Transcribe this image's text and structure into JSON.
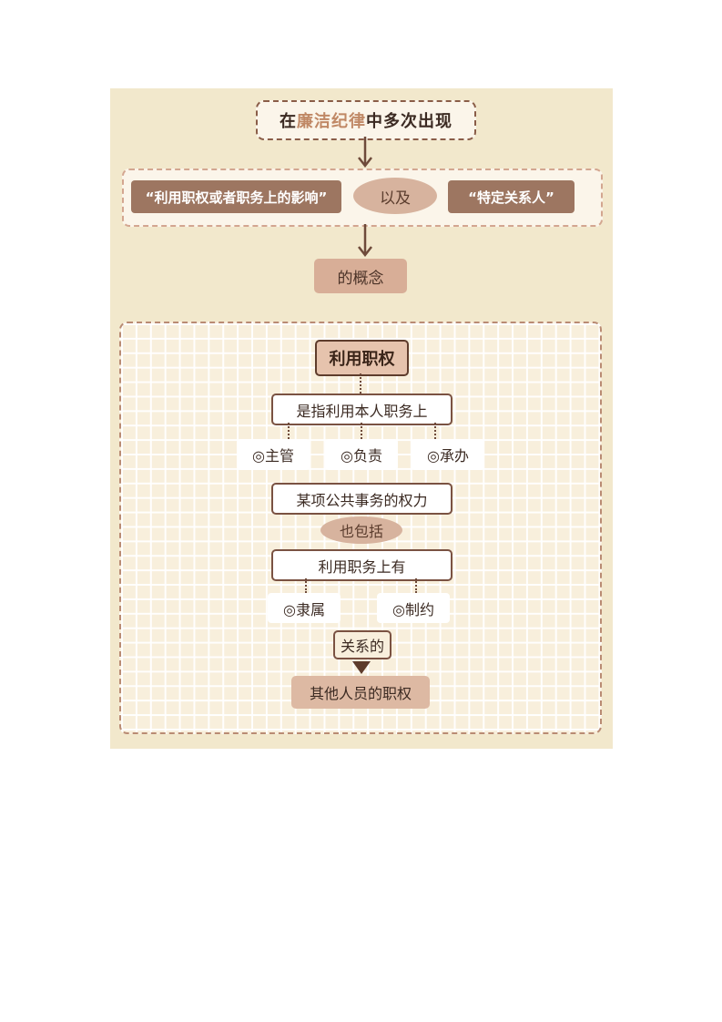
{
  "header": {
    "prefix": "在",
    "highlight": "廉洁纪律",
    "suffix": "中多次出现"
  },
  "terms": {
    "left": "“利用职权或者职务上的影响”",
    "connector": "以及",
    "right": "“特定关系人”"
  },
  "concept": "的概念",
  "diagram": {
    "main": "利用职权",
    "line1": "是指利用本人职务上",
    "options1": [
      "◎主管",
      "◎负责",
      "◎承办"
    ],
    "line2": "某项公共事务的权力",
    "connector": "也包括",
    "line3": "利用职务上有",
    "options2": [
      "◎隶属",
      "◎制约"
    ],
    "line4": "关系的",
    "result": "其他人员的职权"
  },
  "colors": {
    "panel": "#f2e8cc",
    "accent": "#c08865",
    "dark_tag": "#9d7661",
    "border": "#7a5242"
  }
}
